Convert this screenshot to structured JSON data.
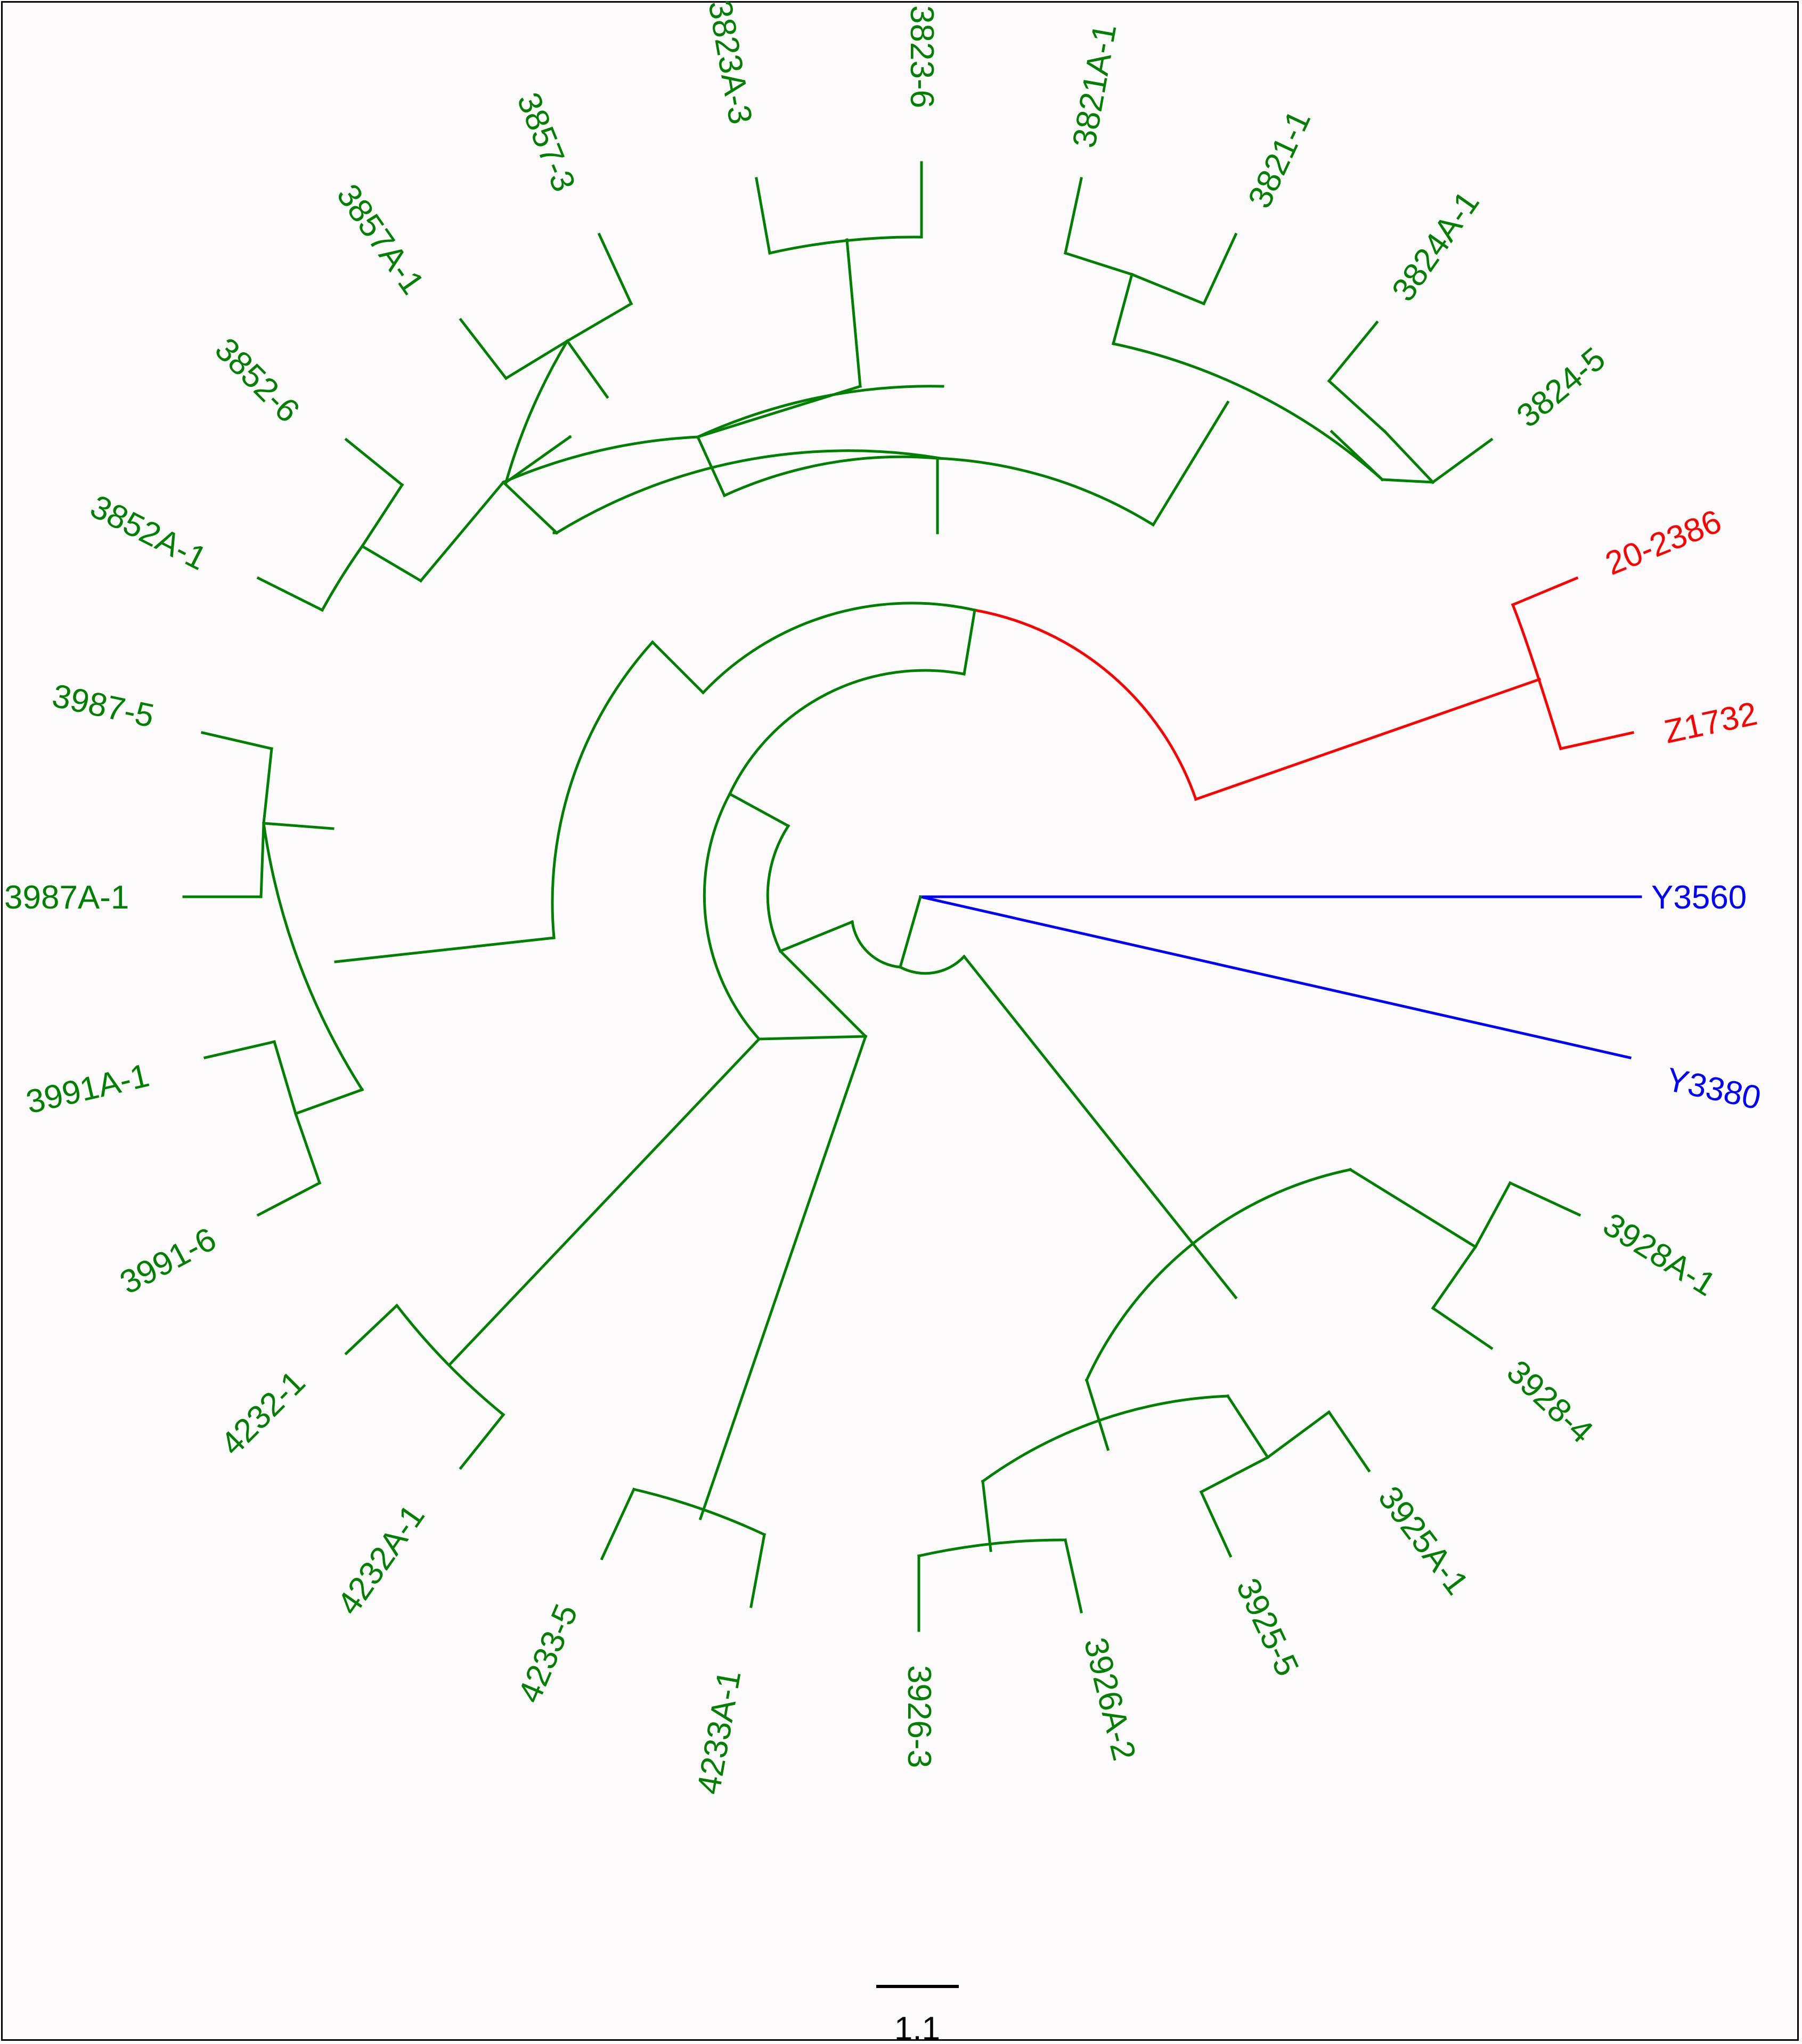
{
  "colors": {
    "outgroup": "#0000ff",
    "red_clade": "#ff0000",
    "green_clade": "#008000",
    "scale": "#000000"
  },
  "leaves": [
    {
      "id": "L1",
      "label": "Y3560",
      "group": "outgroup"
    },
    {
      "id": "L2",
      "label": "Y3380",
      "group": "outgroup"
    },
    {
      "id": "L3",
      "label": "3928A-1",
      "group": "green_clade"
    },
    {
      "id": "L4",
      "label": "3928-4",
      "group": "green_clade"
    },
    {
      "id": "L5",
      "label": "3925A-1",
      "group": "green_clade"
    },
    {
      "id": "L6",
      "label": "3925-5",
      "group": "green_clade"
    },
    {
      "id": "L7",
      "label": "3926A-2",
      "group": "green_clade"
    },
    {
      "id": "L8",
      "label": "3926-3",
      "group": "green_clade"
    },
    {
      "id": "L9",
      "label": "4233A-1",
      "group": "green_clade"
    },
    {
      "id": "L10",
      "label": "4233-5",
      "group": "green_clade"
    },
    {
      "id": "L11",
      "label": "4232A-1",
      "group": "green_clade"
    },
    {
      "id": "L12",
      "label": "4232-1",
      "group": "green_clade"
    },
    {
      "id": "L13",
      "label": "3991-6",
      "group": "green_clade"
    },
    {
      "id": "L14",
      "label": "3991A-1",
      "group": "green_clade"
    },
    {
      "id": "L15",
      "label": "3987A-1",
      "group": "green_clade"
    },
    {
      "id": "L16",
      "label": "3987-5",
      "group": "green_clade"
    },
    {
      "id": "L17",
      "label": "3852A-1",
      "group": "green_clade"
    },
    {
      "id": "L18",
      "label": "3852-6",
      "group": "green_clade"
    },
    {
      "id": "L19",
      "label": "3857A-1",
      "group": "green_clade"
    },
    {
      "id": "L20",
      "label": "3857-3",
      "group": "green_clade"
    },
    {
      "id": "L21",
      "label": "3823A-3",
      "group": "green_clade"
    },
    {
      "id": "L22",
      "label": "3823-6",
      "group": "green_clade"
    },
    {
      "id": "L23",
      "label": "3821A-1",
      "group": "green_clade"
    },
    {
      "id": "L24",
      "label": "3821-1",
      "group": "green_clade"
    },
    {
      "id": "L25",
      "label": "3824A-1",
      "group": "green_clade"
    },
    {
      "id": "L26",
      "label": "3824-5",
      "group": "green_clade"
    },
    {
      "id": "L27",
      "label": "20-2386",
      "group": "red_clade"
    },
    {
      "id": "L28",
      "label": "Z1732",
      "group": "red_clade"
    }
  ],
  "scale_bar": {
    "label": "1.1"
  }
}
